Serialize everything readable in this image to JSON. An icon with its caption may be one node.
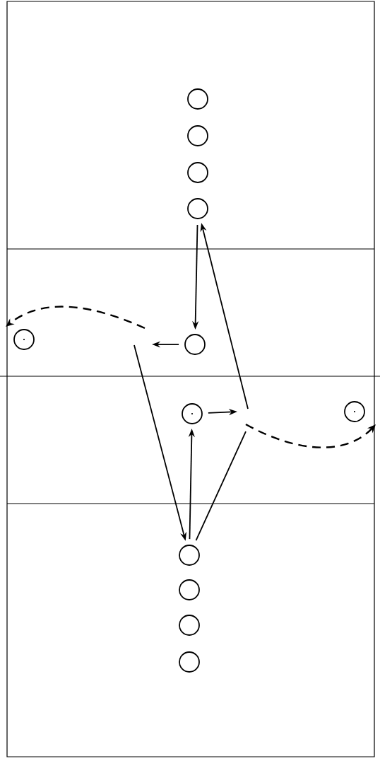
{
  "diagram": {
    "nodes": [
      {
        "text": [],
        "shape": "circle"
      },
      {
        "text": [],
        "shape": "circle"
      },
      {
        "text": [],
        "shape": "circle"
      },
      {
        "text": [],
        "shape": "circle"
      },
      {
        "text": [],
        "shape": "circle"
      },
      {
        "text": [],
        "shape": "circle"
      },
      {
        "text": [],
        "shape": "circle"
      },
      {
        "text": [],
        "shape": "circle"
      },
      {
        "text": [],
        "shape": "circle"
      },
      {
        "text": [],
        "shape": "circle"
      },
      {
        "text": [],
        "shape": "circle"
      },
      {
        "text": [],
        "shape": "circle"
      }
    ],
    "edges": [
      {
        "from": 3,
        "to": 5,
        "arrow": "to"
      },
      {
        "from": 5,
        "to": null,
        "arrow": "to"
      },
      {
        "from": null,
        "to": 8,
        "arrow": "to"
      },
      {
        "from": 8,
        "to": 6,
        "arrow": "to"
      },
      {
        "from": 6,
        "to": null,
        "arrow": "to"
      },
      {
        "from": 8,
        "to": null,
        "arrow": "none"
      },
      {
        "from": null,
        "to": 3,
        "arrow": "to"
      }
    ]
  }
}
